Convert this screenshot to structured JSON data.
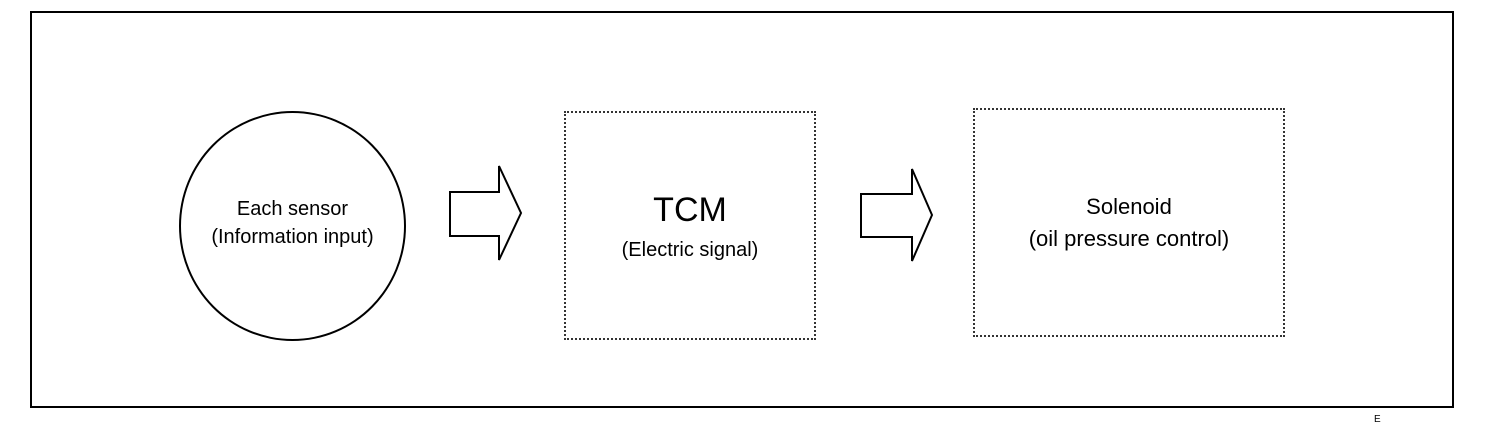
{
  "diagram": {
    "sensor": {
      "line1": "Each sensor",
      "line2": "(Information input)"
    },
    "tcm": {
      "title": "TCM",
      "subtitle": "(Electric signal)"
    },
    "solenoid": {
      "title": "Solenoid",
      "subtitle": "(oil pressure control)"
    },
    "corner_mark": "E"
  }
}
